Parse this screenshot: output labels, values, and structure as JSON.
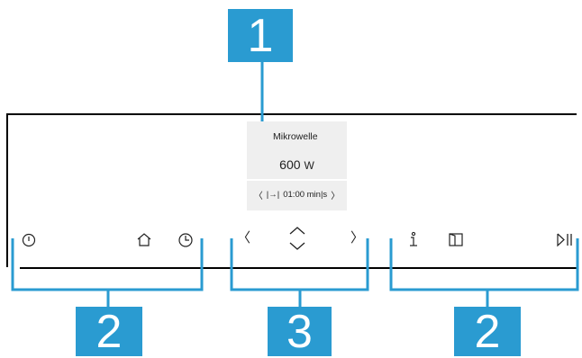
{
  "callouts": {
    "top": "1",
    "left_group": "2",
    "center_group": "3",
    "right_group": "2"
  },
  "display": {
    "mode": "Mikrowelle",
    "power_value": "600",
    "power_unit": "W",
    "time_prev": "〈",
    "time_icon": "|→|",
    "time_value": "01:00 min|s",
    "time_next": "〉"
  },
  "controls": {
    "power_icon": "power-icon",
    "home_icon": "home-icon",
    "clock_icon": "clock-icon",
    "nav_left": "〈",
    "nav_right": "〉",
    "info_icon": "info-icon",
    "door_icon": "door-icon",
    "play_pause_icon": "play-pause-icon"
  },
  "colors": {
    "callout_blue": "#2a9bd1",
    "line": "#000000",
    "screen_bg": "#efefef"
  }
}
